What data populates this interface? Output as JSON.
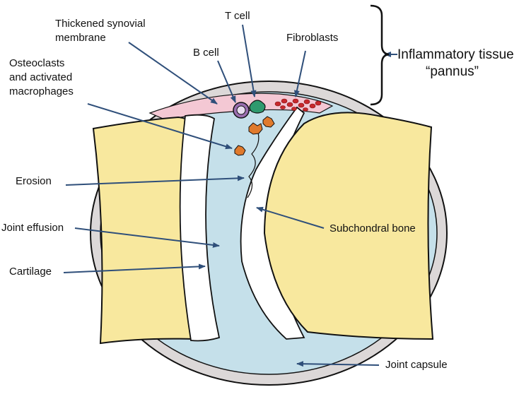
{
  "labels": {
    "thickened_synovial_membrane": [
      "Thickened synovial",
      "membrane"
    ],
    "t_cell": "T cell",
    "b_cell": "B cell",
    "fibroblasts": "Fibroblasts",
    "osteoclasts": [
      "Osteoclasts",
      "and activated",
      "macrophages"
    ],
    "inflammatory_tissue": [
      "Inflammatory tissue",
      "“pannus”"
    ],
    "erosion": "Erosion",
    "joint_effusion": "Joint effusion",
    "cartilage": "Cartilage",
    "subchondral_bone": "Subchondral bone",
    "joint_capsule": "Joint capsule"
  },
  "colors": {
    "bone": "#f8e89e",
    "fluid": "#c5e0ea",
    "capsule": "#dcd8d8",
    "synovium": "#f4c8d4",
    "arrow": "#2f4f7a",
    "outline": "#111111"
  }
}
